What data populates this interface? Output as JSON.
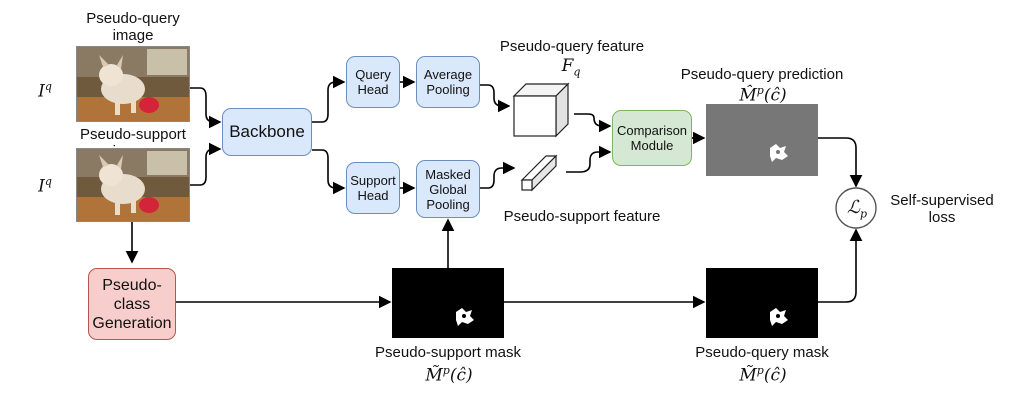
{
  "images": {
    "query_caption": "Pseudo-query image",
    "support_caption": "Pseudo-support image",
    "query_symbol": "I^q",
    "support_symbol": "I^q"
  },
  "blocks": {
    "backbone": "Backbone",
    "query_head": "Query Head",
    "support_head": "Support Head",
    "average_pooling": "Average Pooling",
    "masked_global_pooling": "Masked Global Pooling",
    "comparison_module": "Comparison Module",
    "pseudo_class_generation": "Pseudo-class Generation"
  },
  "features": {
    "query_feature_label": "Pseudo-query feature",
    "query_feature_symbol": "F_q",
    "support_feature_label": "Pseudo-support feature"
  },
  "outputs": {
    "prediction_label": "Pseudo-query prediction",
    "prediction_symbol": "M̂^p(ĉ)",
    "support_mask_label": "Pseudo-support mask",
    "support_mask_symbol": "M̃^p(ĉ)",
    "query_mask_label": "Pseudo-query mask",
    "query_mask_symbol": "M̃^p(ĉ)",
    "loss_symbol": "ℒ_p",
    "loss_label": "Self-supervised loss"
  },
  "colors": {
    "blue_fill": "#dae8fc",
    "blue_stroke": "#6c8ebf",
    "green_fill": "#d5e8d4",
    "green_stroke": "#82b366",
    "red_fill": "#f8cecc",
    "red_stroke": "#b85450",
    "prediction_bg": "#777777",
    "mask_bg": "#000000"
  }
}
